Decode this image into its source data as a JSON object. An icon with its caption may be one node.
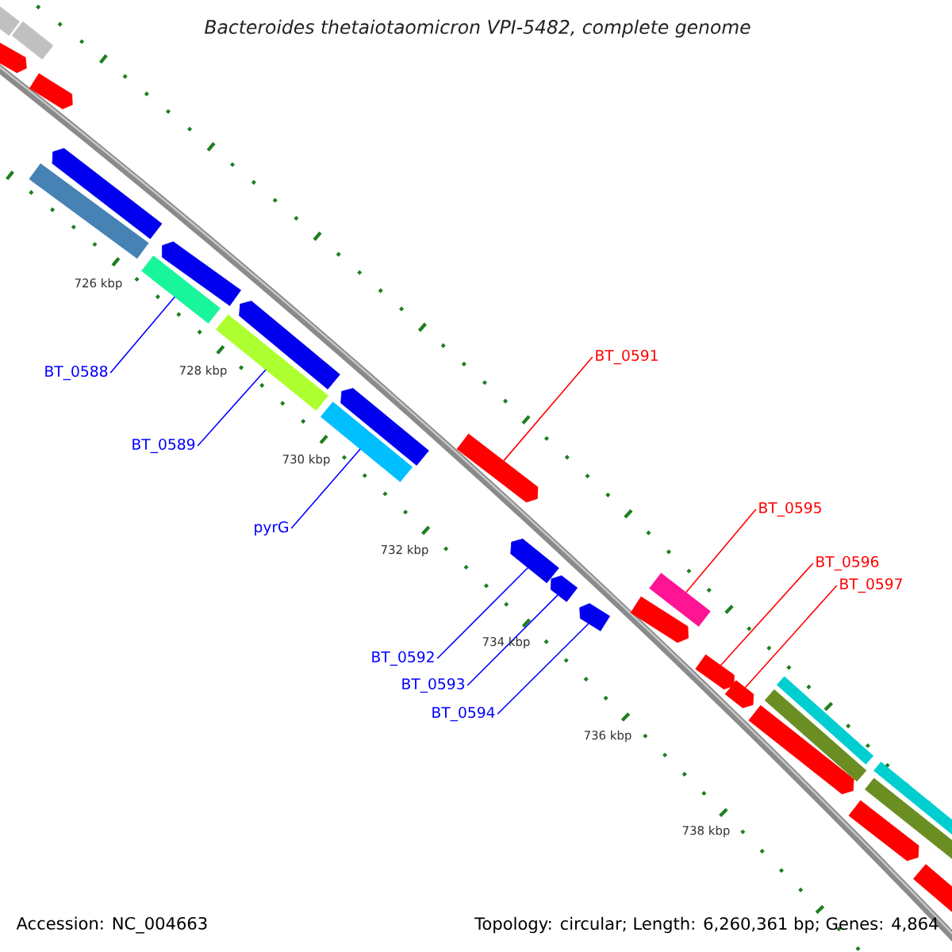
{
  "diagram": {
    "title": "Bacteroides thetaiotaomicron VPI-5482, complete genome",
    "nodes": [
      {
        "text": [
          "BT_0588"
        ]
      },
      {
        "text": [],
        "shape": "bar"
      },
      {
        "text": [
          "BT_0589"
        ]
      },
      {
        "text": [],
        "shape": "bar"
      },
      {
        "text": [
          "pyrG"
        ]
      },
      {
        "text": [],
        "shape": "bar"
      },
      {
        "text": [
          "BT_0591"
        ]
      },
      {
        "text": [],
        "shape": "bar"
      },
      {
        "text": [
          "BT_0592"
        ]
      },
      {
        "text": [],
        "shape": "bar"
      },
      {
        "text": [
          "BT_0593"
        ]
      },
      {
        "text": [],
        "shape": "bar"
      },
      {
        "text": [
          "BT_0594"
        ]
      },
      {
        "text": [],
        "shape": "bar"
      },
      {
        "text": [
          "BT_0595"
        ]
      },
      {
        "text": [],
        "shape": "bar"
      },
      {
        "text": [
          "BT_0596"
        ]
      },
      {
        "text": [],
        "shape": "bar"
      },
      {
        "text": [
          "BT_0597"
        ]
      },
      {
        "text": [],
        "shape": "bar"
      },
      {
        "text": [],
        "shape": "bar"
      },
      {
        "text": [],
        "shape": "bar"
      },
      {
        "text": [],
        "shape": "bar"
      },
      {
        "text": [],
        "shape": "bar"
      },
      {
        "text": [],
        "shape": "bar"
      },
      {
        "text": [],
        "shape": "bar"
      },
      {
        "text": [],
        "shape": "bar"
      },
      {
        "text": [],
        "shape": "bar"
      },
      {
        "text": [],
        "shape": "bar"
      },
      {
        "text": [],
        "shape": "bar"
      },
      {
        "text": [],
        "shape": "bar"
      },
      {
        "text": [],
        "shape": "bar"
      },
      {
        "text": [],
        "shape": "bar"
      },
      {
        "text": [],
        "shape": "bar"
      },
      {
        "text": [],
        "shape": "bar"
      },
      {
        "text": [],
        "shape": "bar"
      },
      {
        "text": [],
        "shape": "bar"
      }
    ],
    "edges": [
      {
        "from": 0,
        "to": 1,
        "arrow": "none"
      },
      {
        "from": 2,
        "to": 3,
        "arrow": "none"
      },
      {
        "from": 4,
        "to": 5,
        "arrow": "none"
      },
      {
        "from": 6,
        "to": 7,
        "arrow": "none",
        "color": "#ff0000"
      },
      {
        "from": 8,
        "to": 9,
        "arrow": "none"
      },
      {
        "from": 10,
        "to": 11,
        "arrow": "none"
      },
      {
        "from": 12,
        "to": 13,
        "arrow": "none"
      },
      {
        "from": 14,
        "to": 15,
        "arrow": "none",
        "color": "#ff0000"
      },
      {
        "from": 16,
        "to": 17,
        "arrow": "none",
        "color": "#ff0000"
      },
      {
        "from": 18,
        "to": 19,
        "arrow": "none",
        "color": "#ff0000"
      }
    ],
    "labels": [
      "726 kbp",
      "728 kbp",
      "730 kbp",
      "732 kbp",
      "734 kbp",
      "736 kbp",
      "738 kbp",
      "Accession: NC_004663",
      "Topology: circular; Length: 6,260,361 bp; Genes: 4,864"
    ]
  }
}
